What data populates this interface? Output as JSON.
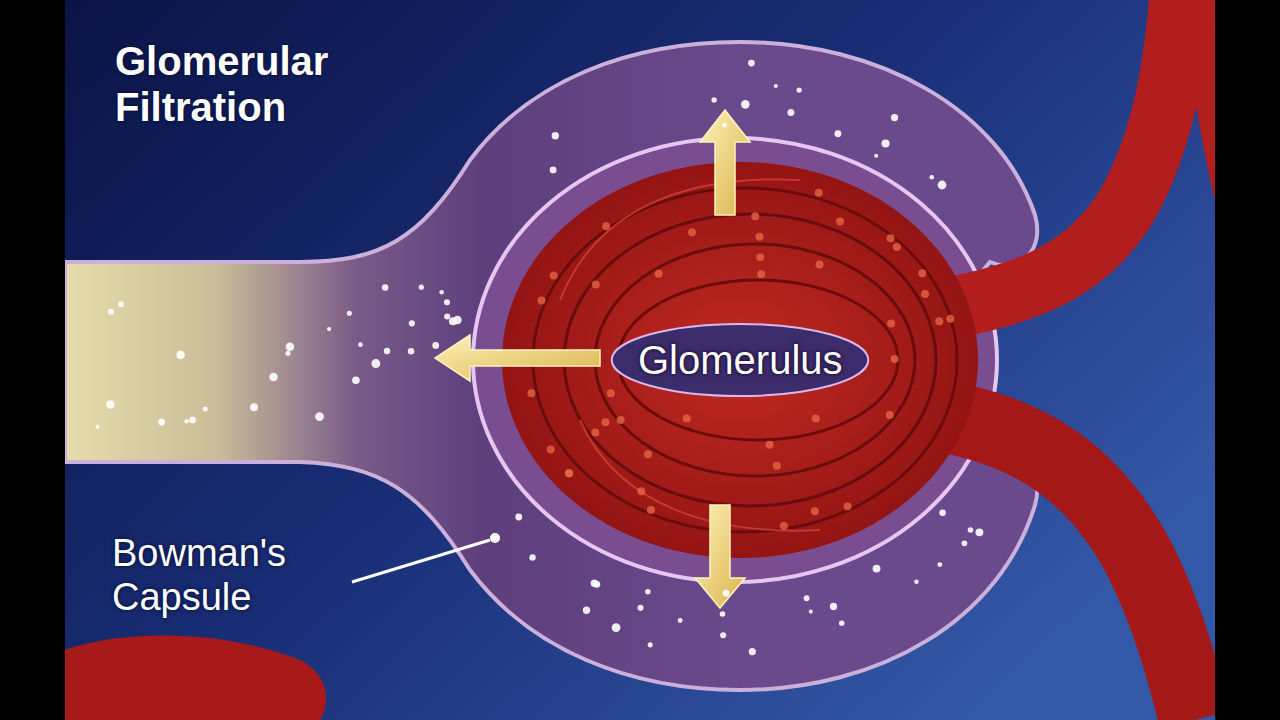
{
  "diagram": {
    "title": "Glomerular Filtration",
    "labels": [
      "Glomerulus",
      "Bowman's Capsule"
    ]
  }
}
